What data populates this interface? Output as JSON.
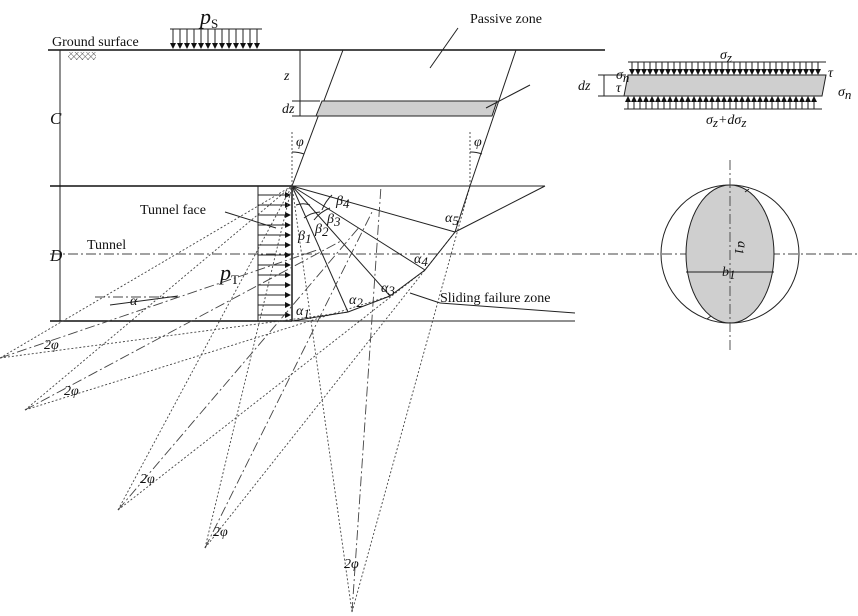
{
  "labels": {
    "ground_surface": "Ground surface",
    "passive_zone": "Passive zone",
    "tunnel_face": "Tunnel face",
    "tunnel": "Tunnel",
    "sliding_failure_zone": "Sliding failure zone",
    "ps_main": "p",
    "ps_sub": "S",
    "pt_main": "p",
    "pt_sub": "T",
    "c": "C",
    "d": "D",
    "z": "z",
    "dz": "dz",
    "phi": "φ",
    "alpha": "α",
    "two_phi": "2φ",
    "alpha1": "α",
    "alpha1_sub": "1",
    "alpha2": "α",
    "alpha2_sub": "2",
    "alpha3": "α",
    "alpha3_sub": "3",
    "alpha4": "α",
    "alpha4_sub": "4",
    "alpha5": "α",
    "alpha5_sub": "5",
    "beta1": "β",
    "beta1_sub": "1",
    "beta2": "β",
    "beta2_sub": "2",
    "beta3": "β",
    "beta3_sub": "3",
    "beta4": "β",
    "beta4_sub": "4"
  },
  "element_forces": {
    "sigma_z": "σ",
    "sigma_z_sub": "z",
    "sigma_bottom": "σ",
    "sigma_bottom_sub1": "z",
    "sigma_bottom_plus": "+",
    "sigma_bottom_d": "dσ",
    "sigma_bottom_sub2": "z",
    "sigma_n": "σ",
    "sigma_n_sub": "n",
    "tau": "τ",
    "dz": "dz"
  },
  "ellipse_section": {
    "a": "a",
    "a_sub": "1",
    "b": "b",
    "b_sub": "1"
  }
}
